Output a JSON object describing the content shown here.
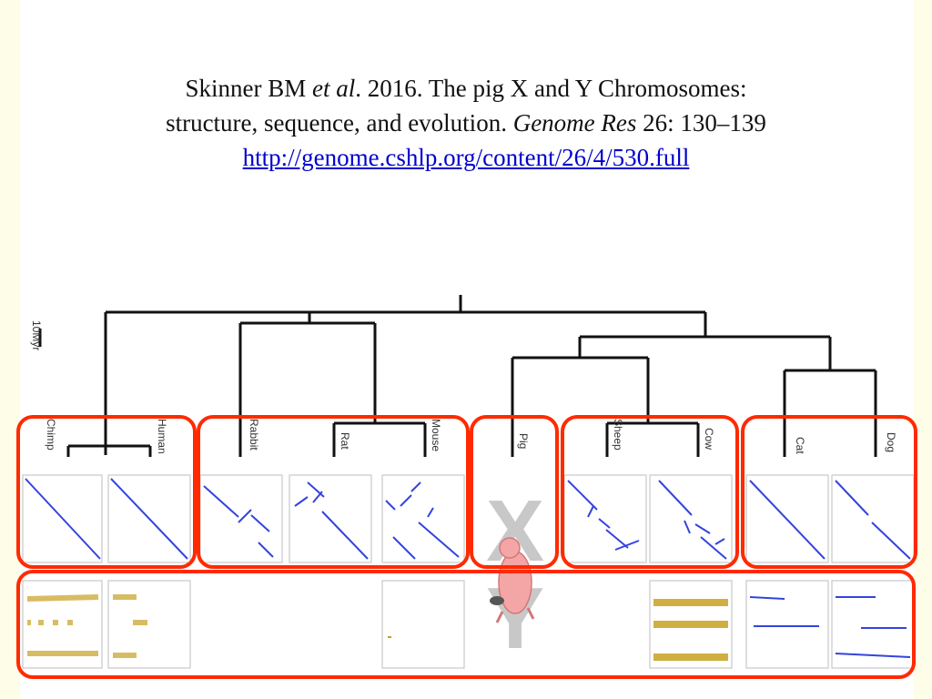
{
  "citation": {
    "authors": "Skinner BM",
    "etal": "et al",
    "after_etal": ". 2016. The pig X and Y Chromosomes:",
    "line2_start": "structure, sequence, and evolution.",
    "journal": "Genome Res",
    "volume_pages": "26: 130–139",
    "url": "http://genome.cshlp.org/content/26/4/530.full"
  },
  "figure": {
    "scale_label": "10Myr",
    "species": [
      "Chimp",
      "Human",
      "Rabbit",
      "Rat",
      "Mouse",
      "Pig",
      "Sheep",
      "Cow",
      "Cat",
      "Dog"
    ],
    "x_glyph": "X",
    "y_glyph": "Y"
  },
  "colors": {
    "highlight_box": "#ff2a00",
    "alignment_line": "#3344dd",
    "synteny_noise": "#c8a020",
    "chromosome_glyph": "#c8c8c8",
    "pig_cartoon": "#f4a6a6"
  }
}
